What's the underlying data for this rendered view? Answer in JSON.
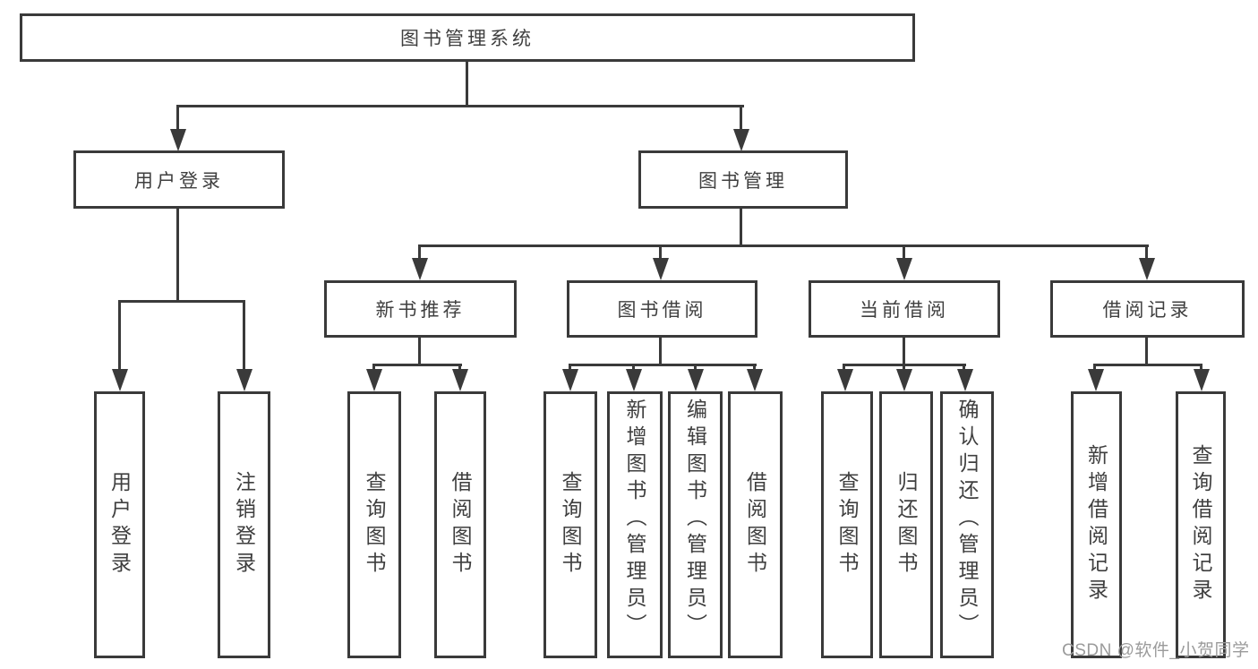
{
  "diagram": {
    "root": "图书管理系统",
    "level2": [
      "用户登录",
      "图书管理"
    ],
    "level3": [
      "新书推荐",
      "图书借阅",
      "当前借阅",
      "借阅记录"
    ],
    "leaves": {
      "login": [
        "用户登录",
        "注销登录"
      ],
      "recommend": [
        "查询图书",
        "借阅图书"
      ],
      "borrow": [
        "查询图书",
        "新增图书（管理员）",
        "编辑图书（管理员）",
        "借阅图书"
      ],
      "current": [
        "查询图书",
        "归还图书",
        "确认归还（管理员）"
      ],
      "records": [
        "新增借阅记录",
        "查询借阅记录"
      ]
    }
  },
  "watermark": "CSDN @软件_小贺同学",
  "colors": {
    "line": "#3a3a3a",
    "text": "#3f3f3f",
    "watermark": "#9b9b9b",
    "bg": "#ffffff"
  }
}
